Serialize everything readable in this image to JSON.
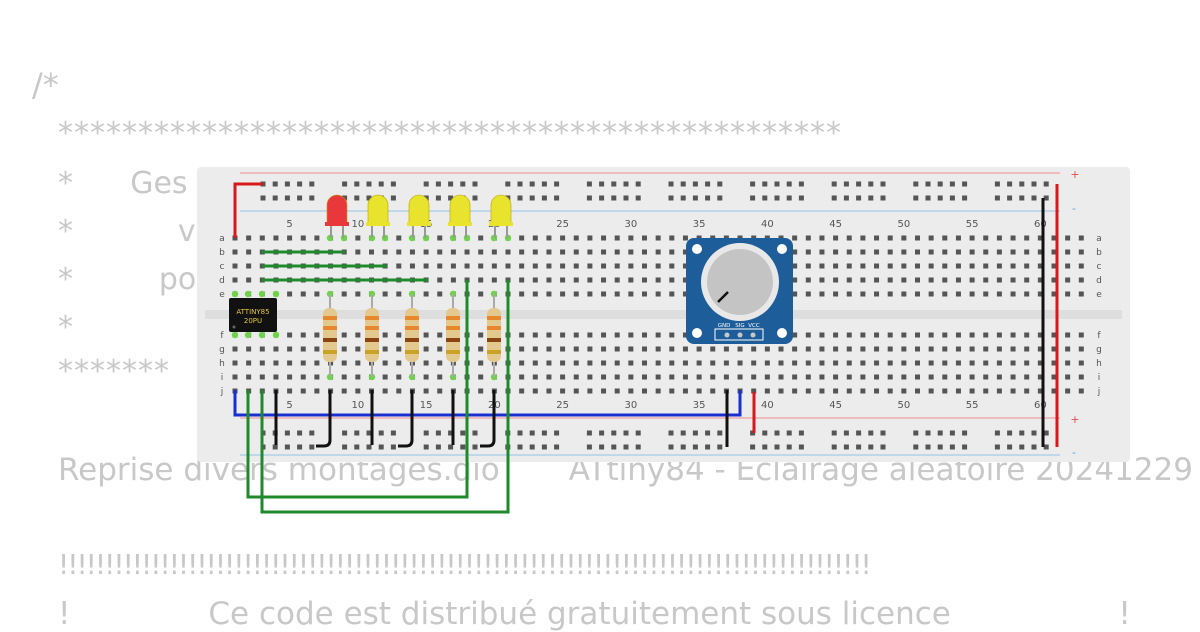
{
  "code_lines": [
    "/*",
    "*************************************************",
    "*      Ges",
    "*           v",
    "*         po",
    "*",
    "*******",
    "Reprise divers montages.dio       ATtiny84 - Eclairage aleatoire 20241229",
    "!!!!!!!!!!!!!!!!!!!!!!!!!!!!!!!!!!!!!!!!!!!!!!!!!!!!!!!!!!!!!!!!!!!!!!!!!!!!!!!!!!!!!!!!",
    "!              Ce code est distribué gratuitement sous licence                 !"
  ],
  "breadboard": {
    "column_numbers": [
      "5",
      "10",
      "15",
      "20",
      "25",
      "30",
      "35",
      "40",
      "45",
      "50",
      "55",
      "60"
    ],
    "row_letters_top": [
      "a",
      "b",
      "c",
      "d",
      "e"
    ],
    "row_letters_bottom": [
      "f",
      "g",
      "h",
      "i",
      "j"
    ],
    "plus_label": "+",
    "minus_label": "-"
  },
  "chip": {
    "line1": "ATTINY85",
    "line2": "20PU"
  },
  "potentiometer": {
    "pin_labels": [
      "GND",
      "SIG",
      "VCC"
    ]
  },
  "led_colors": [
    "#e8383b",
    "#e8e32c",
    "#e8e32c",
    "#e8e32c",
    "#e8e32c"
  ],
  "colors": {
    "wire_green": "#1f8a2b",
    "wire_blue": "#1a2fd1",
    "wire_red": "#d6191c",
    "wire_black": "#111111",
    "module_blue": "#1c5d9a"
  }
}
